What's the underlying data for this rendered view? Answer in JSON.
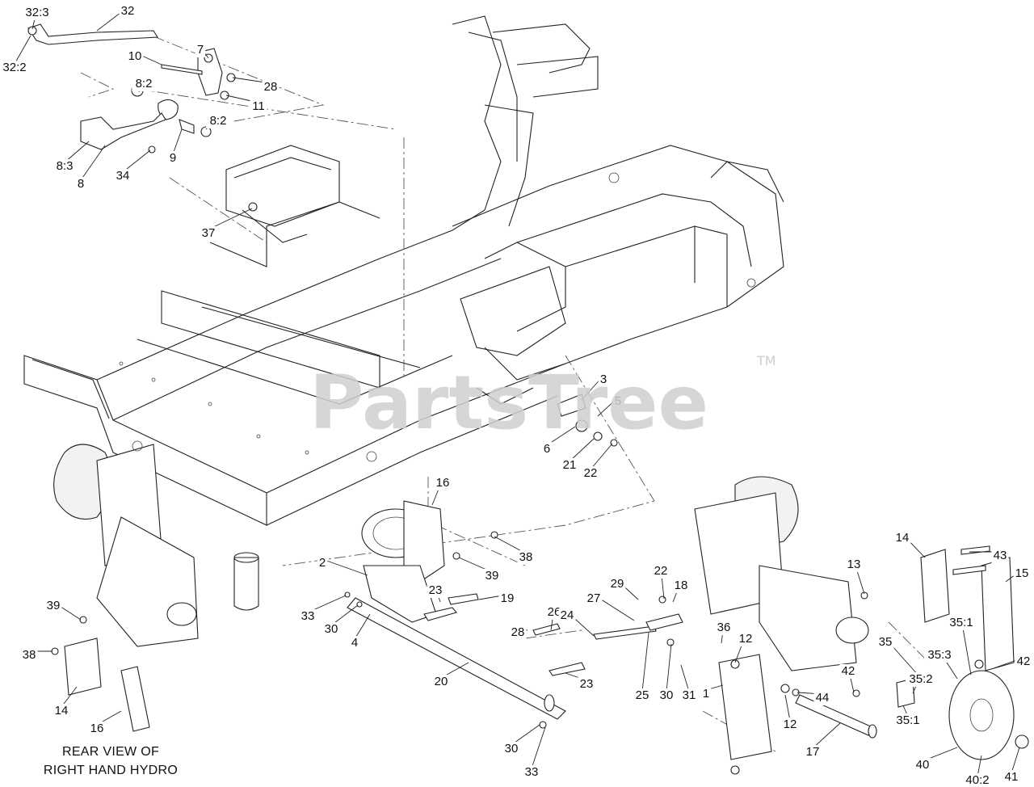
{
  "watermark": {
    "text": "PartsTree",
    "tm": "TM"
  },
  "caption": {
    "line1": "REAR VIEW OF",
    "line2": "RIGHT HAND HYDRO"
  },
  "callouts": [
    {
      "label": "32:3"
    },
    {
      "label": "32"
    },
    {
      "label": "32:2"
    },
    {
      "label": "7"
    },
    {
      "label": "10"
    },
    {
      "label": "8:2"
    },
    {
      "label": "28"
    },
    {
      "label": "11"
    },
    {
      "label": "8:2"
    },
    {
      "label": "9"
    },
    {
      "label": "8:3"
    },
    {
      "label": "8"
    },
    {
      "label": "34"
    },
    {
      "label": "37"
    },
    {
      "label": "3"
    },
    {
      "label": "5"
    },
    {
      "label": "6"
    },
    {
      "label": "21"
    },
    {
      "label": "22"
    },
    {
      "label": "16"
    },
    {
      "label": "38"
    },
    {
      "label": "39"
    },
    {
      "label": "2"
    },
    {
      "label": "23"
    },
    {
      "label": "19"
    },
    {
      "label": "33"
    },
    {
      "label": "30"
    },
    {
      "label": "4"
    },
    {
      "label": "26"
    },
    {
      "label": "28"
    },
    {
      "label": "24"
    },
    {
      "label": "27"
    },
    {
      "label": "29"
    },
    {
      "label": "22"
    },
    {
      "label": "18"
    },
    {
      "label": "20"
    },
    {
      "label": "23"
    },
    {
      "label": "25"
    },
    {
      "label": "30"
    },
    {
      "label": "31"
    },
    {
      "label": "36"
    },
    {
      "label": "12"
    },
    {
      "label": "1"
    },
    {
      "label": "12"
    },
    {
      "label": "44"
    },
    {
      "label": "42"
    },
    {
      "label": "17"
    },
    {
      "label": "14"
    },
    {
      "label": "43"
    },
    {
      "label": "13"
    },
    {
      "label": "15"
    },
    {
      "label": "35"
    },
    {
      "label": "35:1"
    },
    {
      "label": "35:3"
    },
    {
      "label": "35:2"
    },
    {
      "label": "35:1"
    },
    {
      "label": "42"
    },
    {
      "label": "40"
    },
    {
      "label": "40:2"
    },
    {
      "label": "41"
    },
    {
      "label": "30"
    },
    {
      "label": "33"
    },
    {
      "label": "39"
    },
    {
      "label": "38"
    },
    {
      "label": "14"
    },
    {
      "label": "16"
    }
  ]
}
